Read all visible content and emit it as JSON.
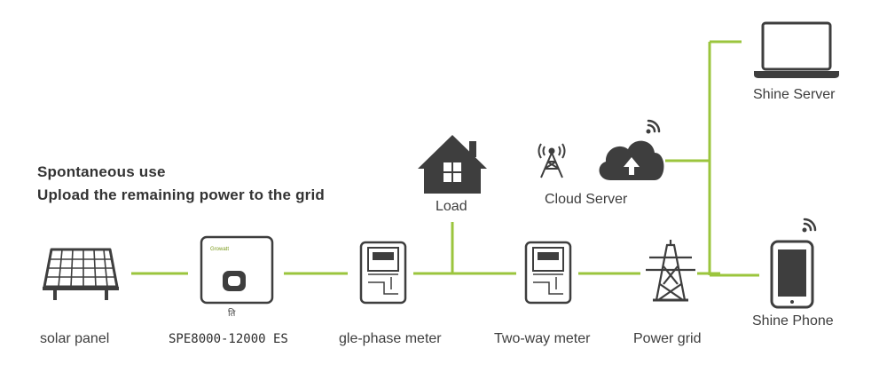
{
  "heading": {
    "line1": "Spontaneous use",
    "line2": "Upload the remaining power to the grid"
  },
  "nodes": {
    "solar_panel": "solar panel",
    "inverter": "SPE8000-12000 ES",
    "inverter_brand": "Growatt",
    "inverter_mark": "ति",
    "single_meter": "gle-phase meter",
    "two_way_meter": "Two-way meter",
    "power_grid": "Power grid",
    "load": "Load",
    "cloud_server": "Cloud Server",
    "shine_server": "Shine Server",
    "shine_phone": "Shine Phone"
  },
  "colors": {
    "connector": "#9bc53d",
    "icon": "#3e3e3e"
  },
  "icons": [
    "solar-panel-icon",
    "inverter-icon",
    "meter-icon",
    "house-icon",
    "radio-tower-icon",
    "cloud-upload-icon",
    "wifi-icon",
    "power-pylon-icon",
    "laptop-icon",
    "smartphone-icon"
  ]
}
